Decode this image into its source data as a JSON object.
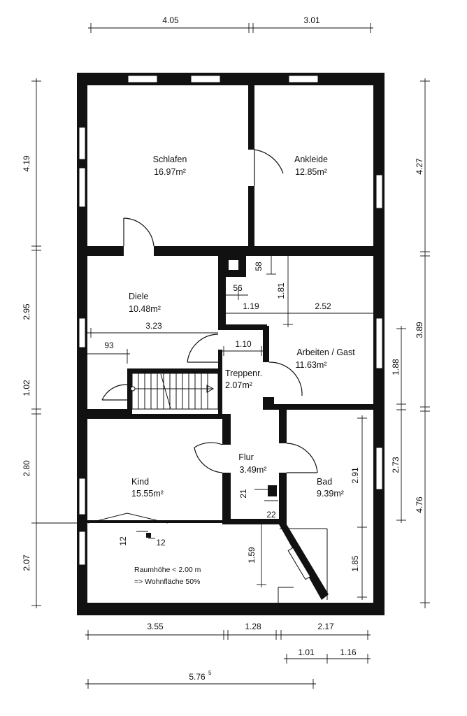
{
  "rooms": {
    "schlafen": {
      "name": "Schlafen",
      "area": "16.97m²"
    },
    "ankleide": {
      "name": "Ankleide",
      "area": "12.85m²"
    },
    "diele": {
      "name": "Diele",
      "area": "10.48m²"
    },
    "arbeiten": {
      "name": "Arbeiten / Gast",
      "area": "11.63m²"
    },
    "treppe": {
      "name": "Treppenr.",
      "area": "2.07m²"
    },
    "flur": {
      "name": "Flur",
      "area": "3.49m²"
    },
    "kind": {
      "name": "Kind",
      "area": "15.55m²"
    },
    "bad": {
      "name": "Bad",
      "area": "9.39m²"
    }
  },
  "note": {
    "line1": "Raumhöhe < 2.00 m",
    "line2": "=> Wohnfläche 50%"
  },
  "dims": {
    "top_left": "4.05",
    "top_right": "3.01",
    "left_1": "4.19",
    "left_2": "2.95",
    "left_3": "1.02",
    "left_4": "2.80",
    "left_5": "2.07",
    "right_1": "4.27",
    "right_2": "3.89",
    "right_3": "1.88",
    "right_4": "2.73",
    "right_5": "4.76",
    "shaft_w": "56",
    "shaft_h": "58",
    "d_181": "1.81",
    "d_119": "1.19",
    "d_252": "2.52",
    "d_323": "3.23",
    "d_93": "93",
    "d_110": "1.10",
    "d_291": "2.91",
    "d_185": "1.85",
    "d_159": "1.59",
    "d_21": "21",
    "d_22": "22",
    "d_12a": "12",
    "d_12b": "12",
    "bottom_1": "3.55",
    "bottom_2": "1.28",
    "bottom_3": "2.17",
    "bottom_4": "1.01",
    "bottom_5": "1.16",
    "total": "5.76",
    "total_sup": "5"
  }
}
